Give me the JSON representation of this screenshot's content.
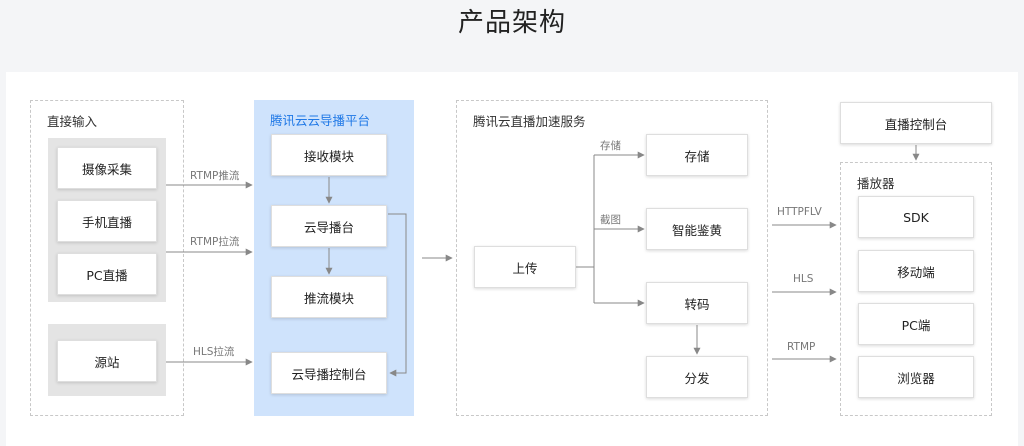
{
  "title": "产品架构",
  "groups": {
    "input": {
      "title": "直接输入"
    },
    "platform": {
      "title": "腾讯云云导播平台"
    },
    "service": {
      "title": "腾讯云直播加速服务"
    },
    "player": {
      "title": "播放器"
    }
  },
  "nodes": {
    "camera": "摄像采集",
    "mobile_live": "手机直播",
    "pc_live": "PC直播",
    "origin": "源站",
    "receive": "接收模块",
    "cloud_director": "云导播台",
    "push": "推流模块",
    "director_console": "云导播控制台",
    "upload": "上传",
    "storage": "存储",
    "porn_detect": "智能鉴黄",
    "transcode": "转码",
    "distribute": "分发",
    "live_console": "直播控制台",
    "sdk": "SDK",
    "mobile_end": "移动端",
    "pc_end": "PC端",
    "browser": "浏览器"
  },
  "edges": {
    "rtmp_push": "RTMP推流",
    "rtmp_pull": "RTMP拉流",
    "hls_pull": "HLS拉流",
    "store": "存储",
    "screenshot": "截图",
    "httpflv": "HTTPFLV",
    "hls": "HLS",
    "rtmp": "RTMP"
  },
  "colors": {
    "platform_bg": "#cfe3fc",
    "platform_title": "#1f78e6",
    "line": "#888888"
  }
}
